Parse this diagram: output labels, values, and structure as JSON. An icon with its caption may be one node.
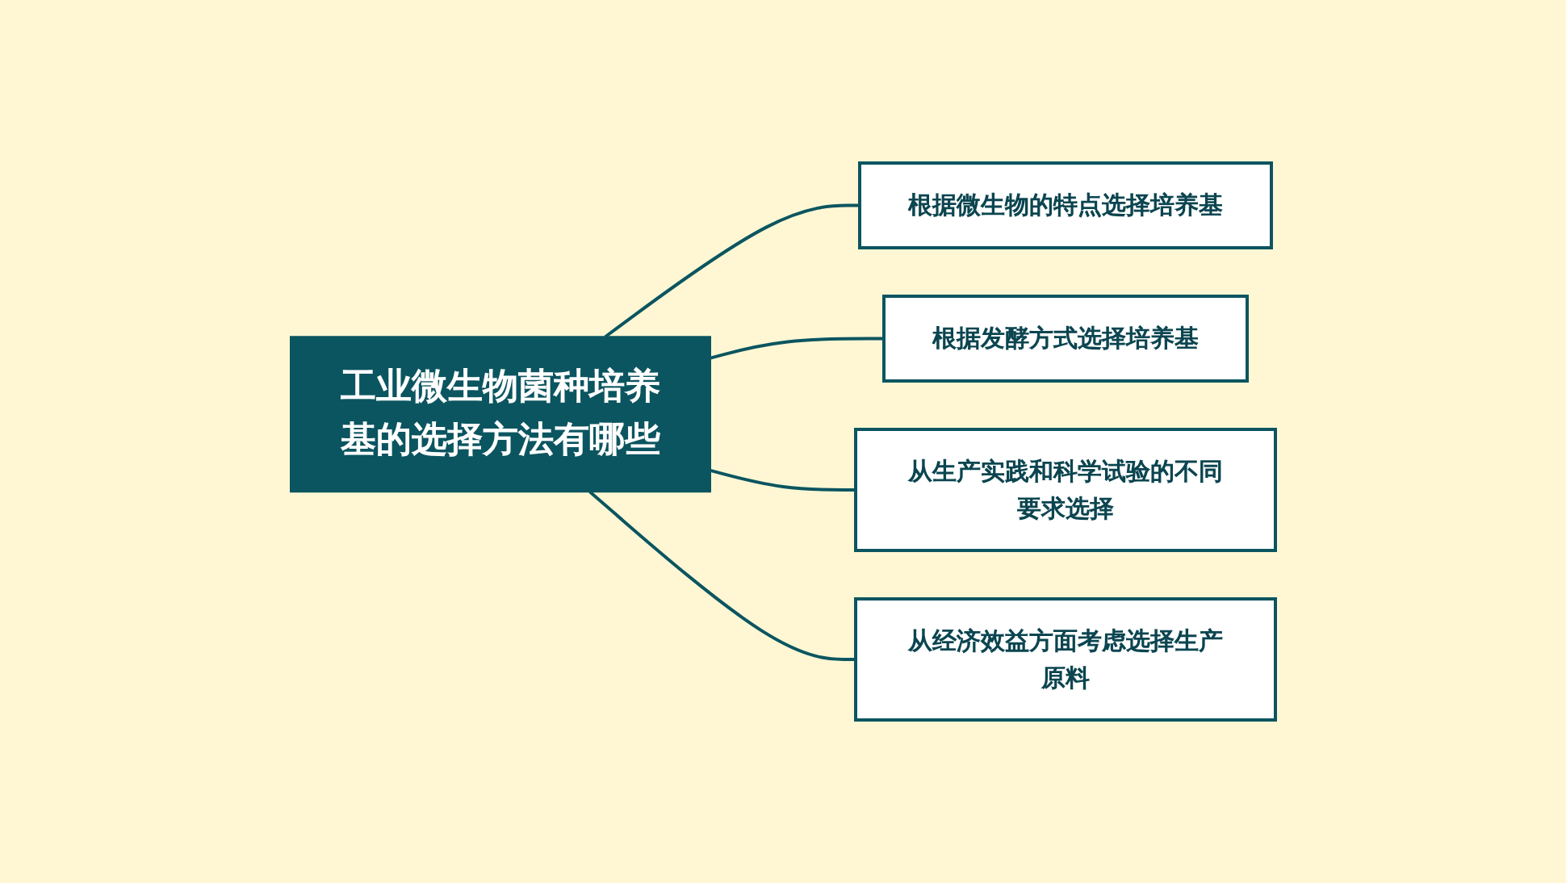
{
  "diagram": {
    "nodes": [
      {
        "text": [
          "工业微生物菌种培养基的选择方法有哪些"
        ]
      },
      {
        "text": [
          "根据微生物的特点选择培养基"
        ]
      },
      {
        "text": [
          "根据发酵方式选择培养基"
        ]
      },
      {
        "text": [
          "从生产实践和科学试验的不同要求选择"
        ]
      },
      {
        "text": [
          "从经济效益方面考虑选择生产原料"
        ]
      }
    ],
    "edges": [
      {
        "from": 0,
        "to": 1,
        "arrow": "none"
      },
      {
        "from": 0,
        "to": 2,
        "arrow": "none"
      },
      {
        "from": 0,
        "to": 3,
        "arrow": "none"
      },
      {
        "from": 0,
        "to": 4,
        "arrow": "none"
      }
    ]
  }
}
